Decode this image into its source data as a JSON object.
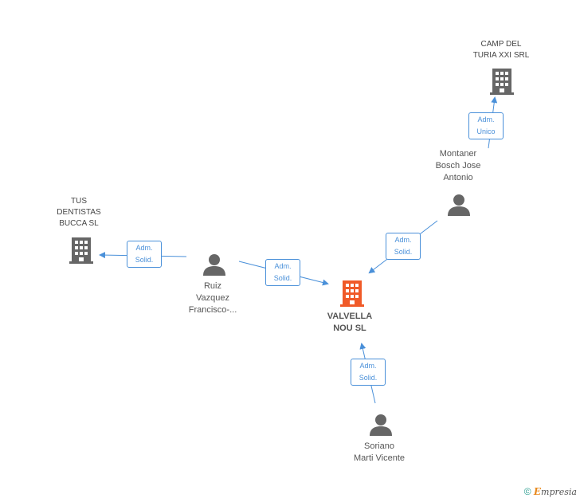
{
  "nodes": {
    "center": {
      "label": "VALVELLA\nNOU SL",
      "color": "#f05a28"
    },
    "camp": {
      "label": "CAMP DEL\nTURIA XXI SRL"
    },
    "tus": {
      "label": "TUS\nDENTISTAS\nBUCCA  SL"
    },
    "montaner": {
      "label": "Montaner\nBosch Jose\nAntonio"
    },
    "ruiz": {
      "label": "Ruiz\nVazquez\nFrancisco-..."
    },
    "soriano": {
      "label": "Soriano\nMarti Vicente"
    }
  },
  "edges": {
    "montaner_camp": "Adm.\nUnico",
    "montaner_center": "Adm.\nSolid.",
    "ruiz_tus": "Adm.\nSolid.",
    "ruiz_center": "Adm.\nSolid.",
    "soriano_center": "Adm.\nSolid."
  },
  "colors": {
    "edge": "#4a90d9",
    "building": "#666666",
    "person": "#666666"
  },
  "footer": {
    "copyright": "©",
    "brand_e": "E",
    "brand_rest": "mpresia"
  }
}
